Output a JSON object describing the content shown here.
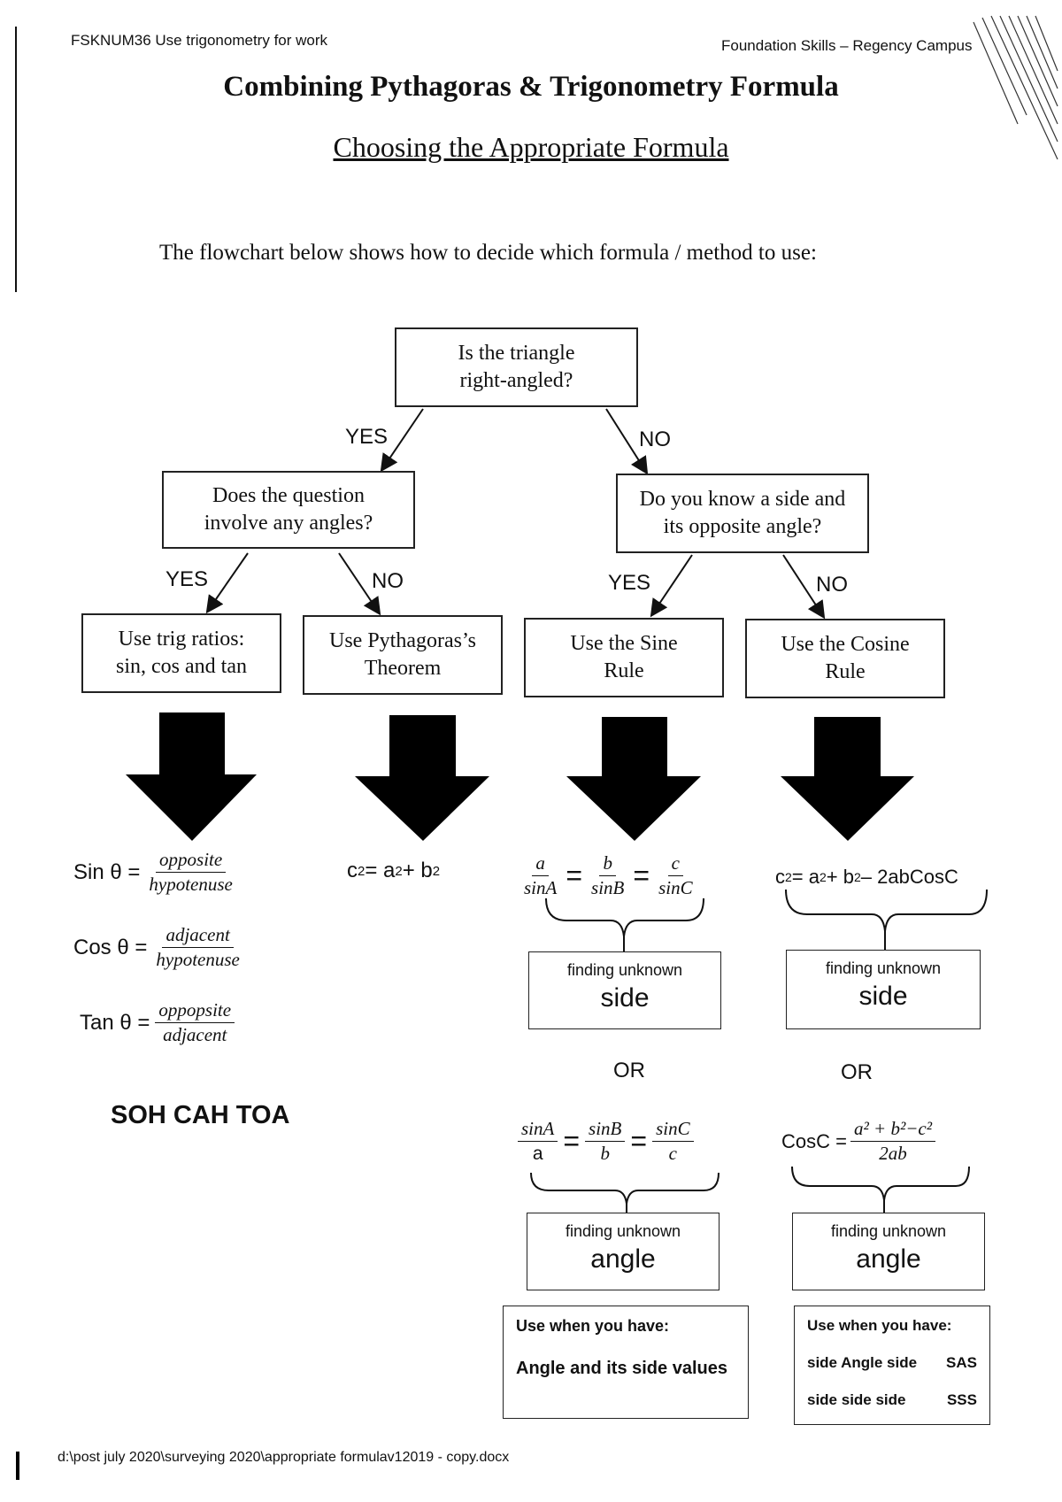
{
  "header": {
    "left": "FSKNUM36 Use trigonometry for work",
    "right": "Foundation Skills – Regency Campus"
  },
  "title": "Combining Pythagoras & Trigonometry Formula",
  "subtitle": "Choosing the Appropriate Formula",
  "intro": "The flowchart below shows how to decide which formula / method to use:",
  "flow": {
    "q1": "Is the triangle right-angled?",
    "q2": "Does the question involve any angles?",
    "q3": "Do you know a side and its opposite angle?",
    "a1": "Use trig ratios: sin, cos and tan",
    "a2": "Use Pythagoras’s Theorem",
    "a3": "Use the Sine Rule",
    "a4": "Use the Cosine Rule",
    "yes": "YES",
    "no": "NO"
  },
  "trig": {
    "sin_label": "Sin θ =",
    "sin_num": "opposite",
    "sin_den": "hypotenuse",
    "cos_label": "Cos θ =",
    "cos_num": "adjacent",
    "cos_den": "hypotenuse",
    "tan_label": "Tan θ =",
    "tan_num": "oppopsite",
    "tan_den": "adjacent",
    "mnemonic": "SOH CAH TOA"
  },
  "pythagoras": {
    "formula_c": "c",
    "formula_eq": " = a",
    "formula_plus": " + b",
    "sup": "2"
  },
  "sine_rule": {
    "side_terms": [
      [
        "a",
        "sinA"
      ],
      [
        "b",
        "sinB"
      ],
      [
        "c",
        "sinC"
      ]
    ],
    "angle_terms": [
      [
        "sinA",
        "a"
      ],
      [
        "sinB",
        "b"
      ],
      [
        "sinC",
        "c"
      ]
    ],
    "finding": "finding unknown",
    "side": "side",
    "angle": "angle",
    "or": "OR",
    "use_when": "Use when you have:",
    "use_case": "Angle and its side values"
  },
  "cosine_rule": {
    "side_formula_c": "c",
    "side_formula_rest1": " = a",
    "side_formula_rest2": " + b",
    "side_formula_rest3": " – 2abCosC",
    "angle_label": "CosC =",
    "angle_num": "a² + b²−c²",
    "angle_den": "2ab",
    "finding": "finding unknown",
    "side": "side",
    "angle": "angle",
    "or": "OR",
    "use_when": "Use when you have:",
    "case1": "side Angle side",
    "case1_code": "SAS",
    "case2": "side side  side",
    "case2_code": "SSS"
  },
  "footer": "d:\\post july 2020\\surveying 2020\\appropriate formulav12019 - copy.docx"
}
